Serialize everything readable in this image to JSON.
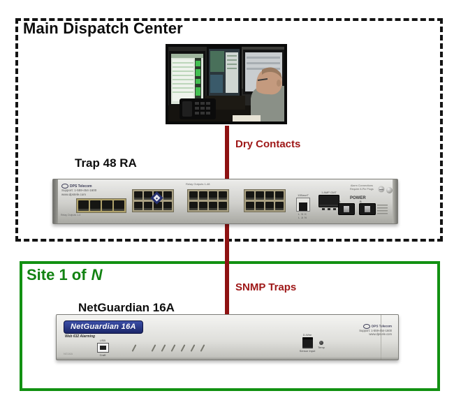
{
  "diagram": {
    "main_box": {
      "title": "Main Dispatch Center"
    },
    "site_box": {
      "title_prefix": "Site 1 of",
      "title_var": "N"
    },
    "connections": {
      "dry_contacts": "Dry Contacts",
      "snmp_traps": "SNMP Traps"
    },
    "trap48": {
      "label": "Trap 48 RA",
      "brand": "DPS Telecom",
      "support": "Support: 1-559-454-1600",
      "website": "www.dpstele.com",
      "relay_outputs_text": "Relay Outputs 1-48",
      "alarm_outputs_text": "Relay Outputs 1-4",
      "lan_port_label": "10BaseT",
      "lan_leds": "LNK LAN",
      "fuse_label": "1 AMP GMT",
      "power_label": "POWER",
      "power_a": "A",
      "power_b": "B",
      "notice_line1": "Alarm Connections",
      "notice_line2": "Require 8-Pin Plugs"
    },
    "netguardian": {
      "label": "NetGuardian 16A",
      "badge": "NetGuardian 16A",
      "subtitle": "Web 632 Alarming",
      "model_note": "NG16A",
      "usb_label": "USB",
      "craft_label": "Craft",
      "dwire_label": "D-Wire",
      "sensor_input_label": "Sensor Input",
      "temp_label": "Temp",
      "brand": "DPS Telecom",
      "support": "Support: 1-559-454-1600",
      "website": "www.dpstele.com"
    },
    "colors": {
      "accent_red": "#8e1212",
      "green": "#129112",
      "navy_badge": "#27357f",
      "black": "#141414"
    }
  }
}
